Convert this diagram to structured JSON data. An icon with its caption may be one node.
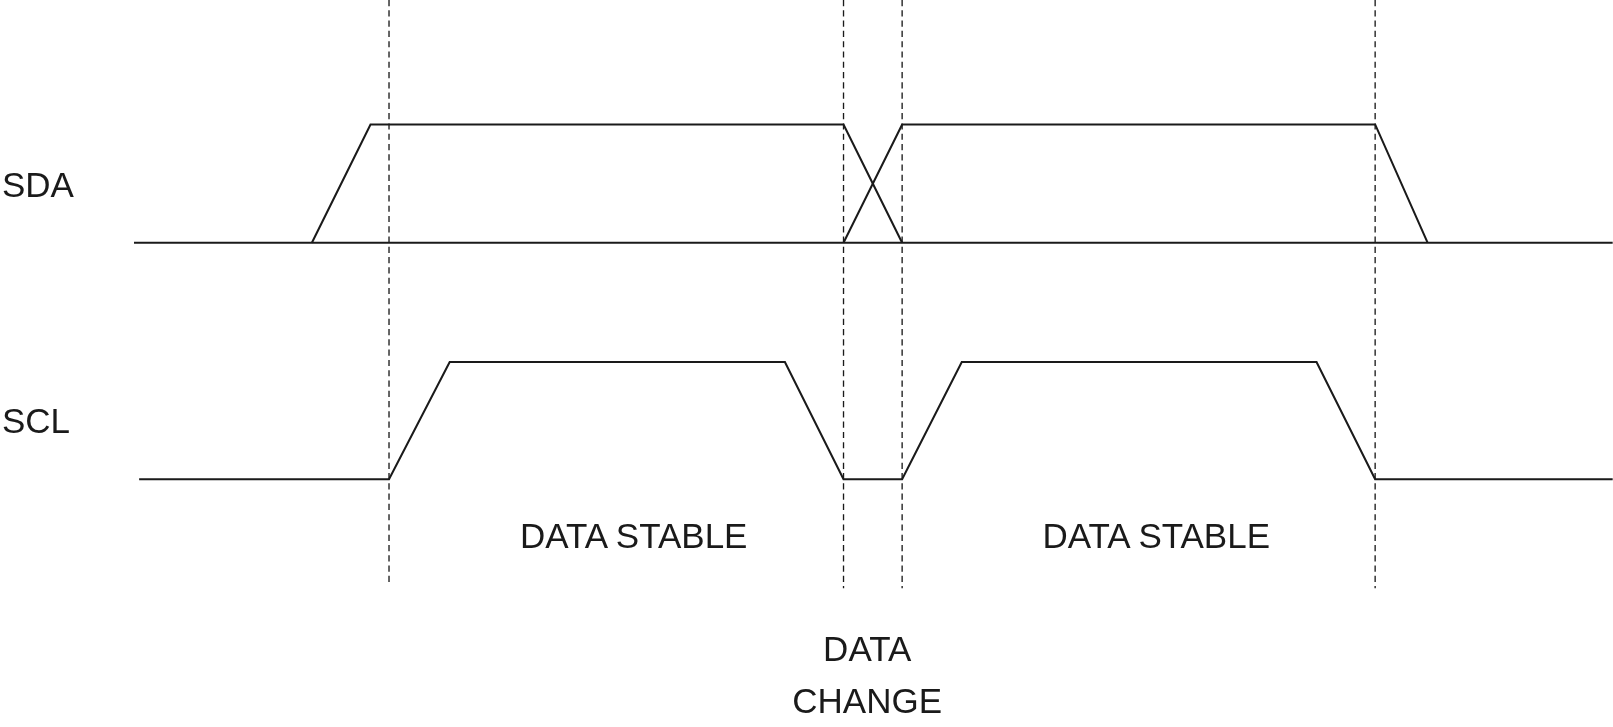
{
  "diagram": {
    "labels": [
      "SDA",
      "SCL",
      "DATA STABLE",
      "DATA STABLE",
      "DATA CHANGE"
    ]
  }
}
